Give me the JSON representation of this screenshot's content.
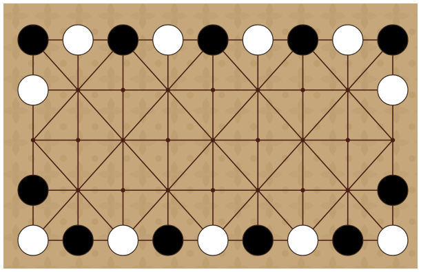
{
  "game": {
    "columns": 9,
    "rows": 5,
    "colors": {
      "board": "#c6a77b",
      "board_pattern": "#b7966a",
      "line": "#4a1e12",
      "black_piece": "#000000",
      "white_piece": "#ffffff",
      "piece_outline": "#3a2a1e"
    },
    "pieces": [
      {
        "col": 0,
        "row": 0,
        "color": "black"
      },
      {
        "col": 1,
        "row": 0,
        "color": "white"
      },
      {
        "col": 2,
        "row": 0,
        "color": "black"
      },
      {
        "col": 3,
        "row": 0,
        "color": "white"
      },
      {
        "col": 4,
        "row": 0,
        "color": "black"
      },
      {
        "col": 5,
        "row": 0,
        "color": "white"
      },
      {
        "col": 6,
        "row": 0,
        "color": "black"
      },
      {
        "col": 7,
        "row": 0,
        "color": "white"
      },
      {
        "col": 8,
        "row": 0,
        "color": "black"
      },
      {
        "col": 0,
        "row": 1,
        "color": "white"
      },
      {
        "col": 8,
        "row": 1,
        "color": "white"
      },
      {
        "col": 0,
        "row": 3,
        "color": "black"
      },
      {
        "col": 8,
        "row": 3,
        "color": "black"
      },
      {
        "col": 0,
        "row": 4,
        "color": "white"
      },
      {
        "col": 1,
        "row": 4,
        "color": "black"
      },
      {
        "col": 2,
        "row": 4,
        "color": "white"
      },
      {
        "col": 3,
        "row": 4,
        "color": "black"
      },
      {
        "col": 4,
        "row": 4,
        "color": "white"
      },
      {
        "col": 5,
        "row": 4,
        "color": "black"
      },
      {
        "col": 6,
        "row": 4,
        "color": "white"
      },
      {
        "col": 7,
        "row": 4,
        "color": "black"
      },
      {
        "col": 8,
        "row": 4,
        "color": "white"
      }
    ]
  }
}
